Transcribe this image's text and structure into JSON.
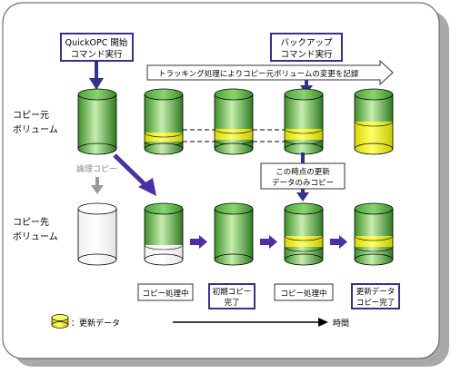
{
  "callouts": {
    "quickopc": [
      "QuickOPC 開始",
      "コマンド実行"
    ],
    "backup": [
      "バックアップ",
      "コマンド実行"
    ],
    "point_in_time": [
      "この時点の更新",
      "データのみコピー"
    ]
  },
  "tracking_banner": "トラッキング処理によりコピー元ボリュームの変更を記録",
  "row_labels": {
    "source": [
      "コピー元",
      "ボリューム"
    ],
    "target": [
      "コピー先",
      "ボリューム"
    ]
  },
  "logical_copy": "論理コピー",
  "status_boxes": {
    "copying1": "コピー処理中",
    "initial_done": [
      "初期コピー",
      "完了"
    ],
    "copying2": "コピー処理中",
    "update_done": [
      "更新データ",
      "コピー完了"
    ]
  },
  "legend": {
    "update_data": "：更新データ",
    "time": "時間"
  },
  "colors": {
    "green_light": "#c6eeae",
    "green_dark": "#3e8f2a",
    "yellow": "#ffff33",
    "navy": "#33338a",
    "arrow_purple": "#4b2fa3",
    "arrow_gray": "#9a9a9a",
    "shadow": "#a9a9a9"
  }
}
